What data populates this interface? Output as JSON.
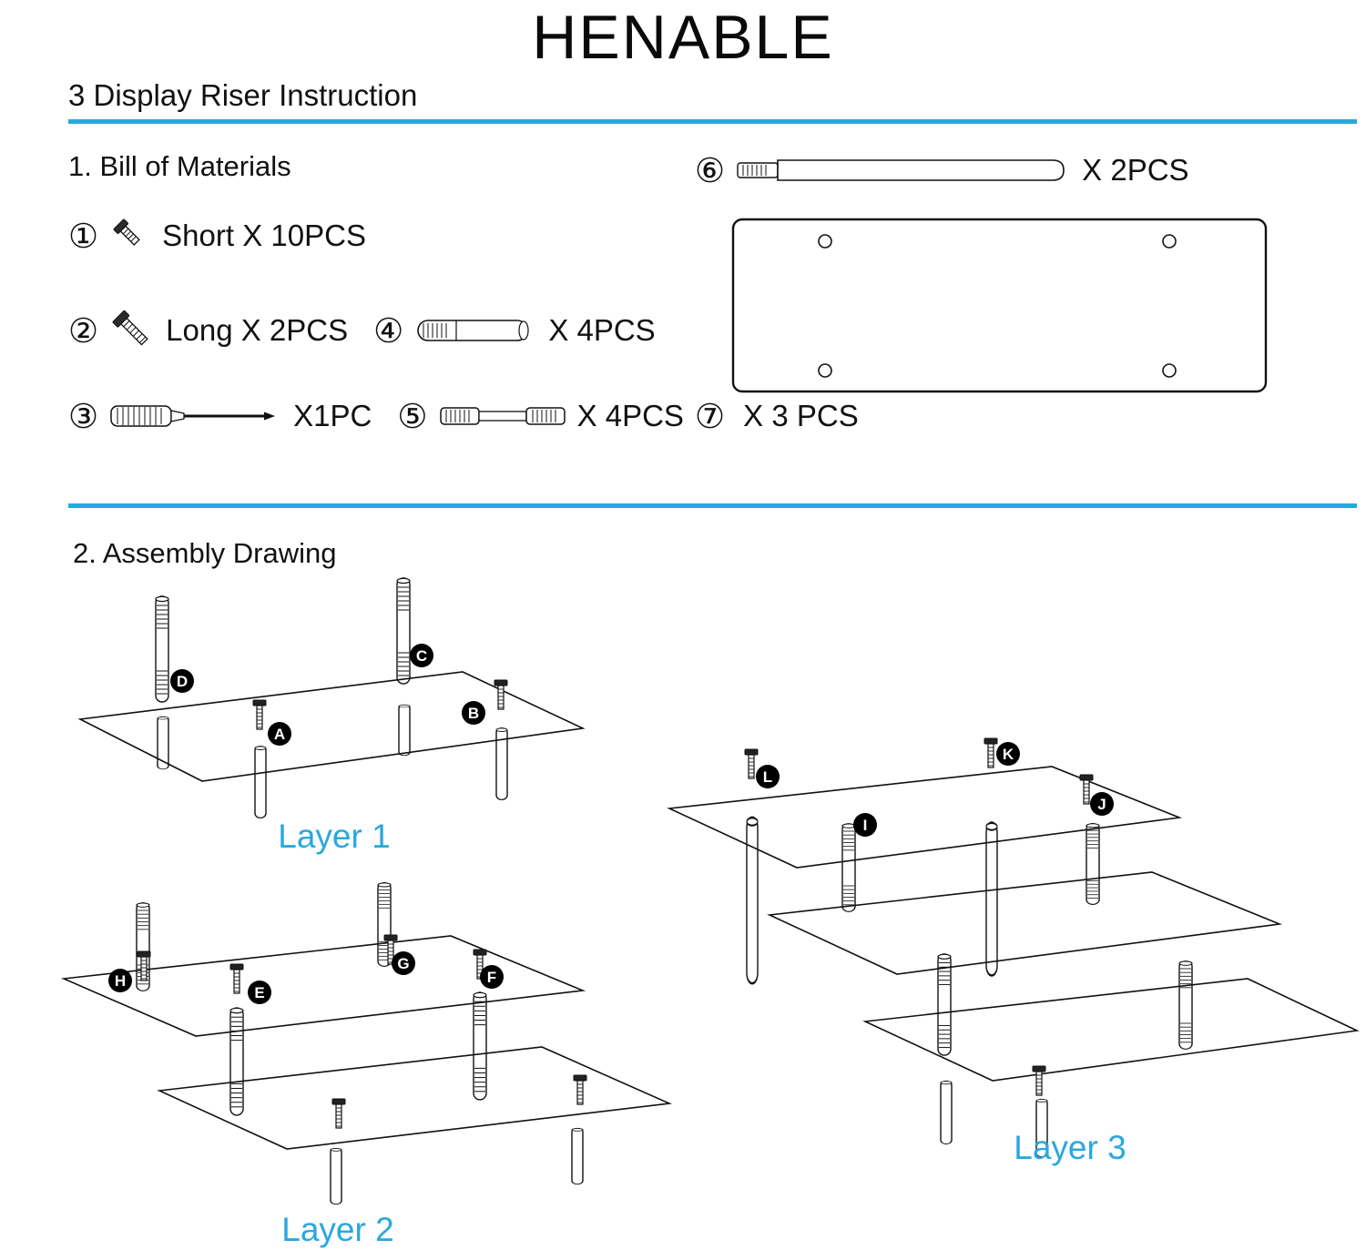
{
  "page": {
    "title": "HENABLE",
    "subtitle": "3 Display Riser Instruction"
  },
  "bom": {
    "heading": "1. Bill of Materials",
    "item1": {
      "num": "①",
      "label": "Short X 10PCS"
    },
    "item2": {
      "num": "②",
      "label": "Long X 2PCS"
    },
    "item3": {
      "num": "③",
      "label": "X1PC"
    },
    "item4": {
      "num": "④",
      "label": "X 4PCS"
    },
    "item5": {
      "num": "⑤",
      "label": "X 4PCS"
    },
    "item6": {
      "num": "⑥",
      "label": "X 2PCS"
    },
    "item7": {
      "num": "⑦",
      "label": "X 3 PCS"
    }
  },
  "assembly": {
    "heading": "2. Assembly Drawing",
    "layers": [
      {
        "caption": "Layer 1",
        "parts": [
          "A",
          "B",
          "C",
          "D"
        ]
      },
      {
        "caption": "Layer 2",
        "parts": [
          "E",
          "F",
          "G",
          "H"
        ]
      },
      {
        "caption": "Layer 3",
        "parts": [
          "I",
          "J",
          "K",
          "L"
        ]
      }
    ]
  },
  "colors": {
    "accent_blue": "#29A8DF",
    "ink": "#111111"
  }
}
